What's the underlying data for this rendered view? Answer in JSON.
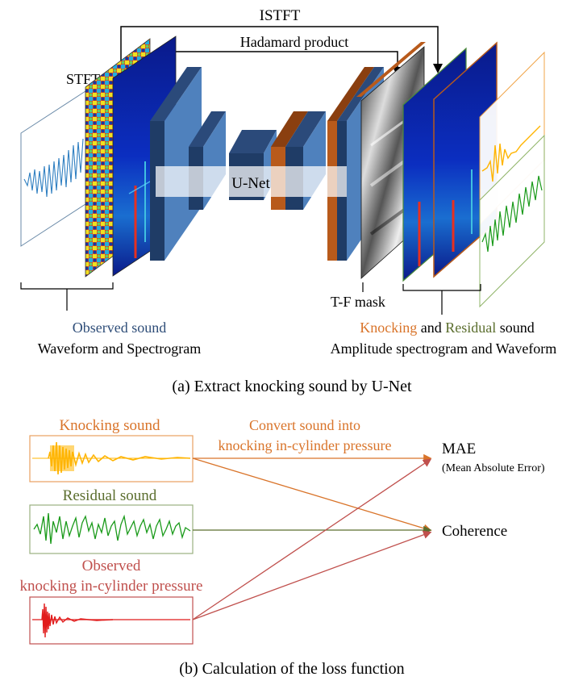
{
  "part_a": {
    "istft_label": "ISTFT",
    "hadamard_label": "Hadamard product",
    "stft_label": "STFT",
    "unet_label": "U-Net",
    "tf_mask_label": "T-F mask",
    "observed_word": "Observed sound",
    "observed_sub": "Waveform and Spectrogram",
    "knocking_word": "Knocking",
    "and_word": " and ",
    "residual_word": "Residual",
    "sound_word": " sound",
    "output_sub": "Amplitude spectrogram and Waveform",
    "caption": "(a) Extract knocking sound by U-Net"
  },
  "part_b": {
    "knocking_sound_label": "Knocking sound",
    "residual_sound_label": "Residual sound",
    "observed_label_line1": "Observed",
    "observed_label_line2": "knocking in-cylinder pressure",
    "convert_line1": "Convert sound into",
    "convert_line2": "knocking in-cylinder pressure",
    "mae_label": "MAE",
    "mae_sub": "(Mean Absolute Error)",
    "coherence_label": "Coherence",
    "caption": "(b) Calculation of the loss function"
  },
  "colors": {
    "blue_text": "#2e4d78",
    "orange_text": "#d9742a",
    "green_text": "#5b6e2e",
    "red_text": "#c0504d",
    "knock_wave": "#ffb400",
    "residual_wave": "#1a9a1a",
    "pressure_wave": "#e11b1b",
    "unet_blue": "#4f81bd",
    "unet_dark": "#1f3c66",
    "unet_orange": "#b85a1b"
  }
}
